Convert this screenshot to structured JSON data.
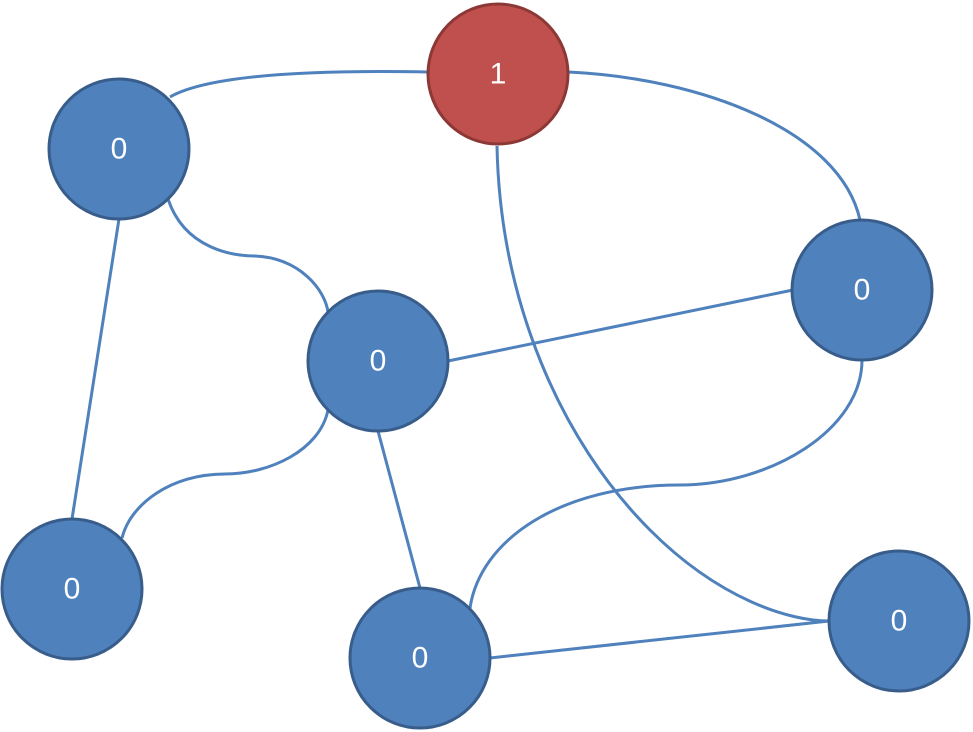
{
  "colors": {
    "edge": "#4f81bd",
    "node_default_fill": "#4f81bd",
    "node_default_stroke": "#385d8a",
    "node_active_fill": "#c0504d",
    "node_active_stroke": "#8c3836",
    "label": "#ffffff"
  },
  "nodes": [
    {
      "id": "n-top",
      "label": "1",
      "state": "active"
    },
    {
      "id": "n-left-upper",
      "label": "0",
      "state": "default"
    },
    {
      "id": "n-right-upper",
      "label": "0",
      "state": "default"
    },
    {
      "id": "n-center",
      "label": "0",
      "state": "default"
    },
    {
      "id": "n-left-lower",
      "label": "0",
      "state": "default"
    },
    {
      "id": "n-bottom-center",
      "label": "0",
      "state": "default"
    },
    {
      "id": "n-right-lower",
      "label": "0",
      "state": "default"
    }
  ],
  "edges": [
    {
      "from": "n-top",
      "to": "n-left-upper"
    },
    {
      "from": "n-top",
      "to": "n-right-upper"
    },
    {
      "from": "n-top",
      "to": "n-right-lower"
    },
    {
      "from": "n-left-upper",
      "to": "n-center"
    },
    {
      "from": "n-left-upper",
      "to": "n-left-lower"
    },
    {
      "from": "n-center",
      "to": "n-right-upper"
    },
    {
      "from": "n-center",
      "to": "n-left-lower"
    },
    {
      "from": "n-center",
      "to": "n-bottom-center"
    },
    {
      "from": "n-right-upper",
      "to": "n-bottom-center"
    },
    {
      "from": "n-bottom-center",
      "to": "n-right-lower"
    }
  ]
}
